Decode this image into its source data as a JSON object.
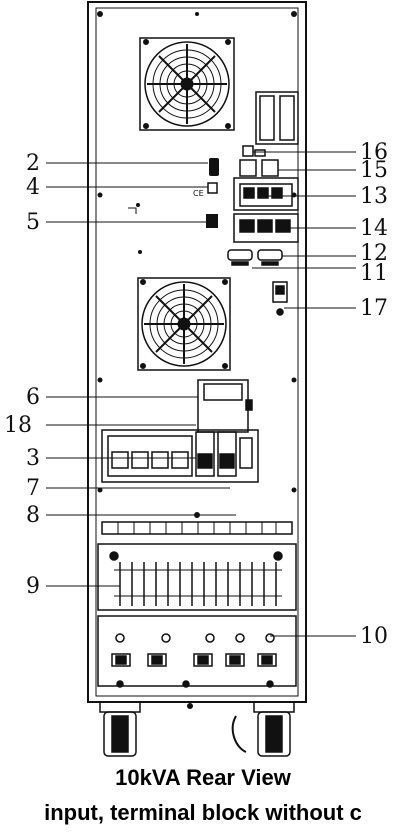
{
  "caption": {
    "title": "10kVA Rear View",
    "subtitle": "input, terminal block without c"
  },
  "callouts": [
    {
      "id": "2",
      "label": "2"
    },
    {
      "id": "4",
      "label": "4"
    },
    {
      "id": "5",
      "label": "5"
    },
    {
      "id": "6",
      "label": "6"
    },
    {
      "id": "18",
      "label": "18"
    },
    {
      "id": "3",
      "label": "3"
    },
    {
      "id": "7",
      "label": "7"
    },
    {
      "id": "8",
      "label": "8"
    },
    {
      "id": "9",
      "label": "9"
    },
    {
      "id": "16",
      "label": "16"
    },
    {
      "id": "15",
      "label": "15"
    },
    {
      "id": "13",
      "label": "13"
    },
    {
      "id": "14",
      "label": "14"
    },
    {
      "id": "12",
      "label": "12"
    },
    {
      "id": "11",
      "label": "11"
    },
    {
      "id": "17",
      "label": "17"
    },
    {
      "id": "10",
      "label": "10"
    }
  ],
  "icons": [
    "fan-icon",
    "breaker-icon",
    "terminal-icon",
    "caster-wheel-icon"
  ]
}
